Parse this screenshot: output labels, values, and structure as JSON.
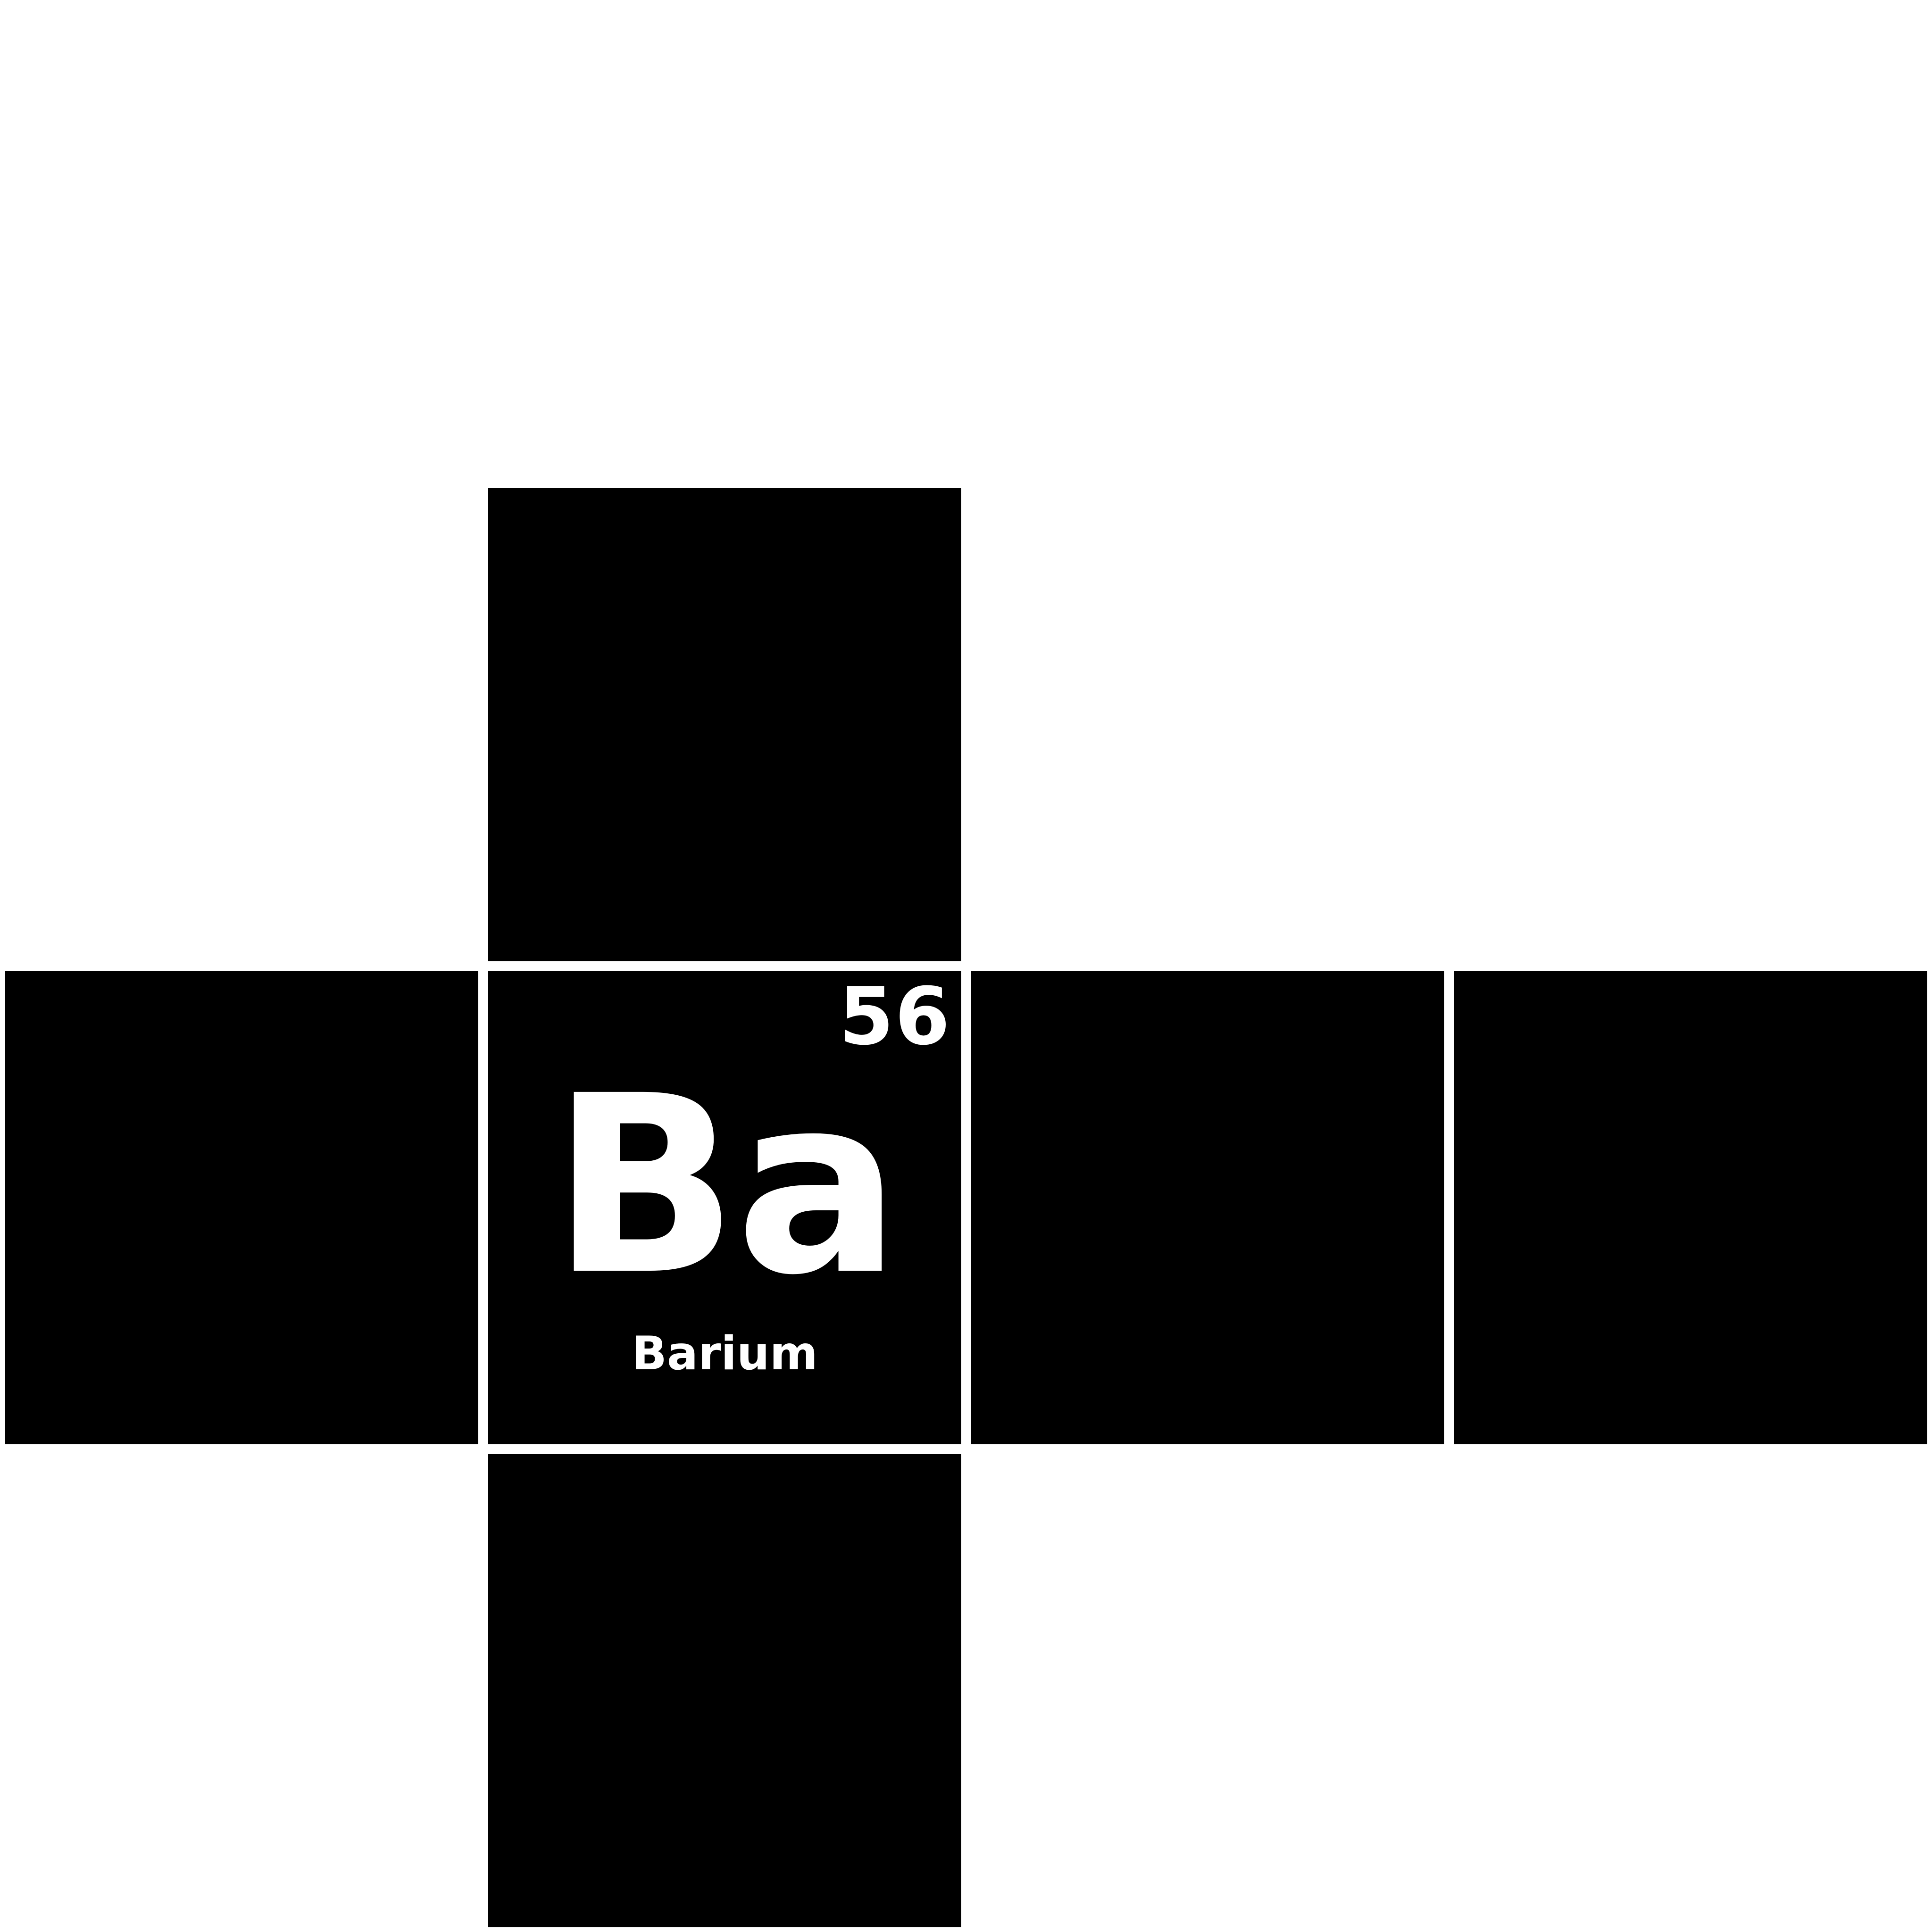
{
  "element": {
    "atomic_number": "56",
    "symbol": "Ba",
    "name": "Barium"
  },
  "colors": {
    "tile": "#000000",
    "text": "#ffffff",
    "background": "#ffffff"
  }
}
